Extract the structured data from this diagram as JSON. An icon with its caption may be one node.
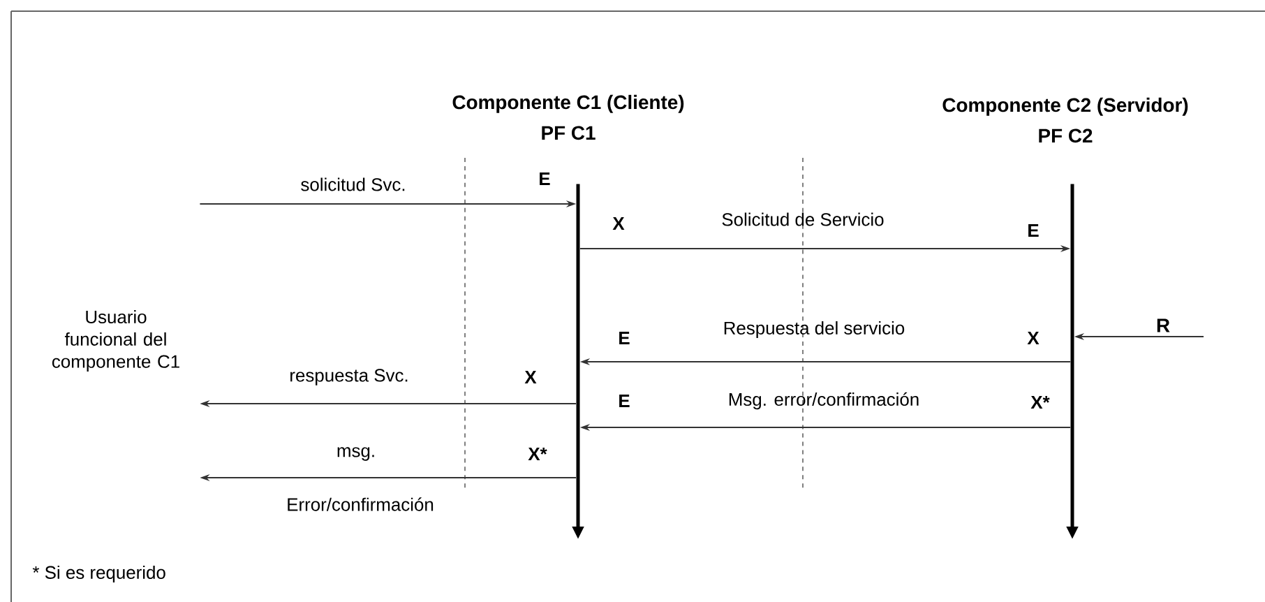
{
  "diagram": {
    "nodes": [
      {
        "text": [
          "Usuario funcional del componente C1"
        ]
      },
      {
        "text": [
          "Componente C1 (Cliente)",
          "PF C1"
        ]
      },
      {
        "text": [
          "Componente C2 (Servidor)",
          "PF C2"
        ]
      },
      {
        "text": [],
        "shape": "bar"
      },
      {
        "text": [],
        "shape": "bar"
      }
    ],
    "edges": [
      {
        "from": 0,
        "to": 3,
        "arrow": "to",
        "label": "solicitud Svc."
      },
      {
        "from": 3,
        "to": 4,
        "arrow": "to",
        "label": "Solicitud de Servicio"
      },
      {
        "from": 4,
        "to": 3,
        "arrow": "to",
        "label": "Respuesta del servicio"
      },
      {
        "from": 4,
        "to": 3,
        "arrow": "to",
        "label": "Msg. error/confirmación"
      },
      {
        "from": 3,
        "to": 0,
        "arrow": "to",
        "label": "respuesta Svc."
      },
      {
        "from": 3,
        "to": 0,
        "arrow": "to",
        "label": "msg."
      },
      {
        "from": null,
        "to": 4,
        "arrow": "to",
        "label": "R"
      }
    ],
    "labels": [
      "E",
      "X",
      "E",
      "E",
      "X",
      "X",
      "E",
      "X*",
      "X*",
      "Error/confirmación",
      "* Si es requerido"
    ]
  }
}
